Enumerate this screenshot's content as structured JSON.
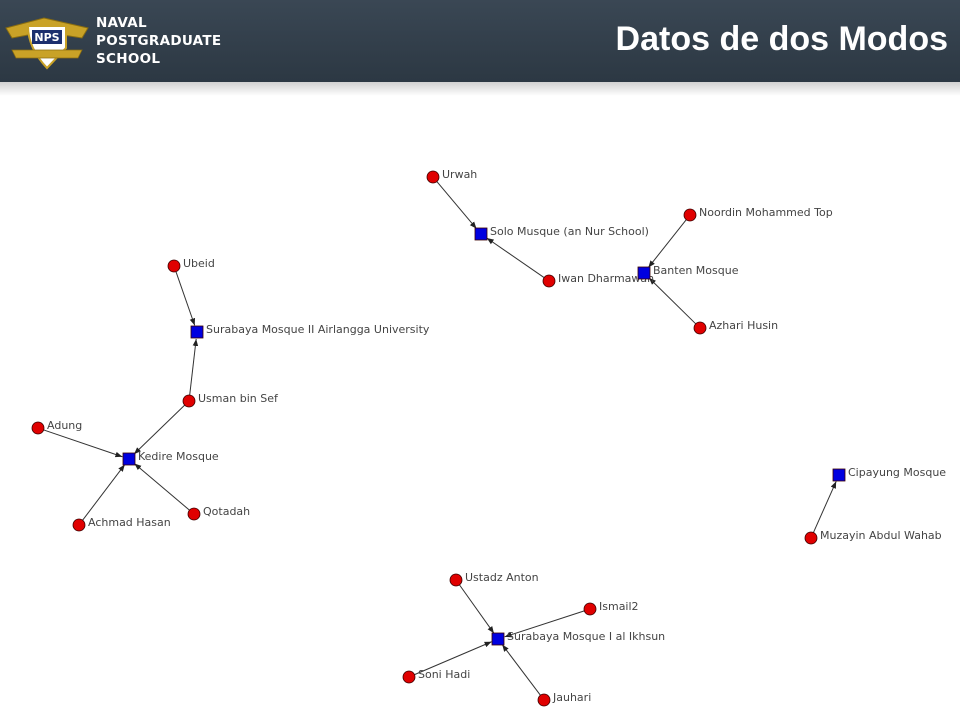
{
  "header": {
    "logo_lines": [
      "NAVAL",
      "POSTGRADUATE",
      "SCHOOL"
    ],
    "badge_text": "NPS",
    "title": "Datos de dos Modos"
  },
  "colors": {
    "header_bg": "#34414d",
    "person_node": "#e00000",
    "place_node": "#0000e0",
    "edge": "#333333"
  },
  "network": {
    "people": [
      "Urwah",
      "Iwan Dharmawan",
      "Noordin Mohammed Top",
      "Azhari Husin",
      "Ubeid",
      "Usman bin Sef",
      "Adung",
      "Achmad Hasan",
      "Qotadah",
      "Muzayin Abdul Wahab",
      "Ustadz Anton",
      "Ismail2",
      "Soni Hadi",
      "Jauhari"
    ],
    "places": [
      "Solo Musque (an Nur School)",
      "Banten Mosque",
      "Surabaya Mosque II Airlangga University",
      "Kedire Mosque",
      "Cipayung Mosque",
      "Surabaya Mosque I al Ikhsun"
    ],
    "edges": [
      [
        "Urwah",
        "Solo Musque (an Nur School)"
      ],
      [
        "Iwan Dharmawan",
        "Solo Musque (an Nur School)"
      ],
      [
        "Noordin Mohammed Top",
        "Banten Mosque"
      ],
      [
        "Azhari Husin",
        "Banten Mosque"
      ],
      [
        "Ubeid",
        "Surabaya Mosque II Airlangga University"
      ],
      [
        "Usman bin Sef",
        "Surabaya Mosque II Airlangga University"
      ],
      [
        "Usman bin Sef",
        "Kedire Mosque"
      ],
      [
        "Adung",
        "Kedire Mosque"
      ],
      [
        "Achmad Hasan",
        "Kedire Mosque"
      ],
      [
        "Qotadah",
        "Kedire Mosque"
      ],
      [
        "Muzayin Abdul Wahab",
        "Cipayung Mosque"
      ],
      [
        "Ustadz Anton",
        "Surabaya Mosque I al Ikhsun"
      ],
      [
        "Ismail2",
        "Surabaya Mosque I al Ikhsun"
      ],
      [
        "Soni Hadi",
        "Surabaya Mosque I al Ikhsun"
      ],
      [
        "Jauhari",
        "Surabaya Mosque I al Ikhsun"
      ]
    ]
  }
}
